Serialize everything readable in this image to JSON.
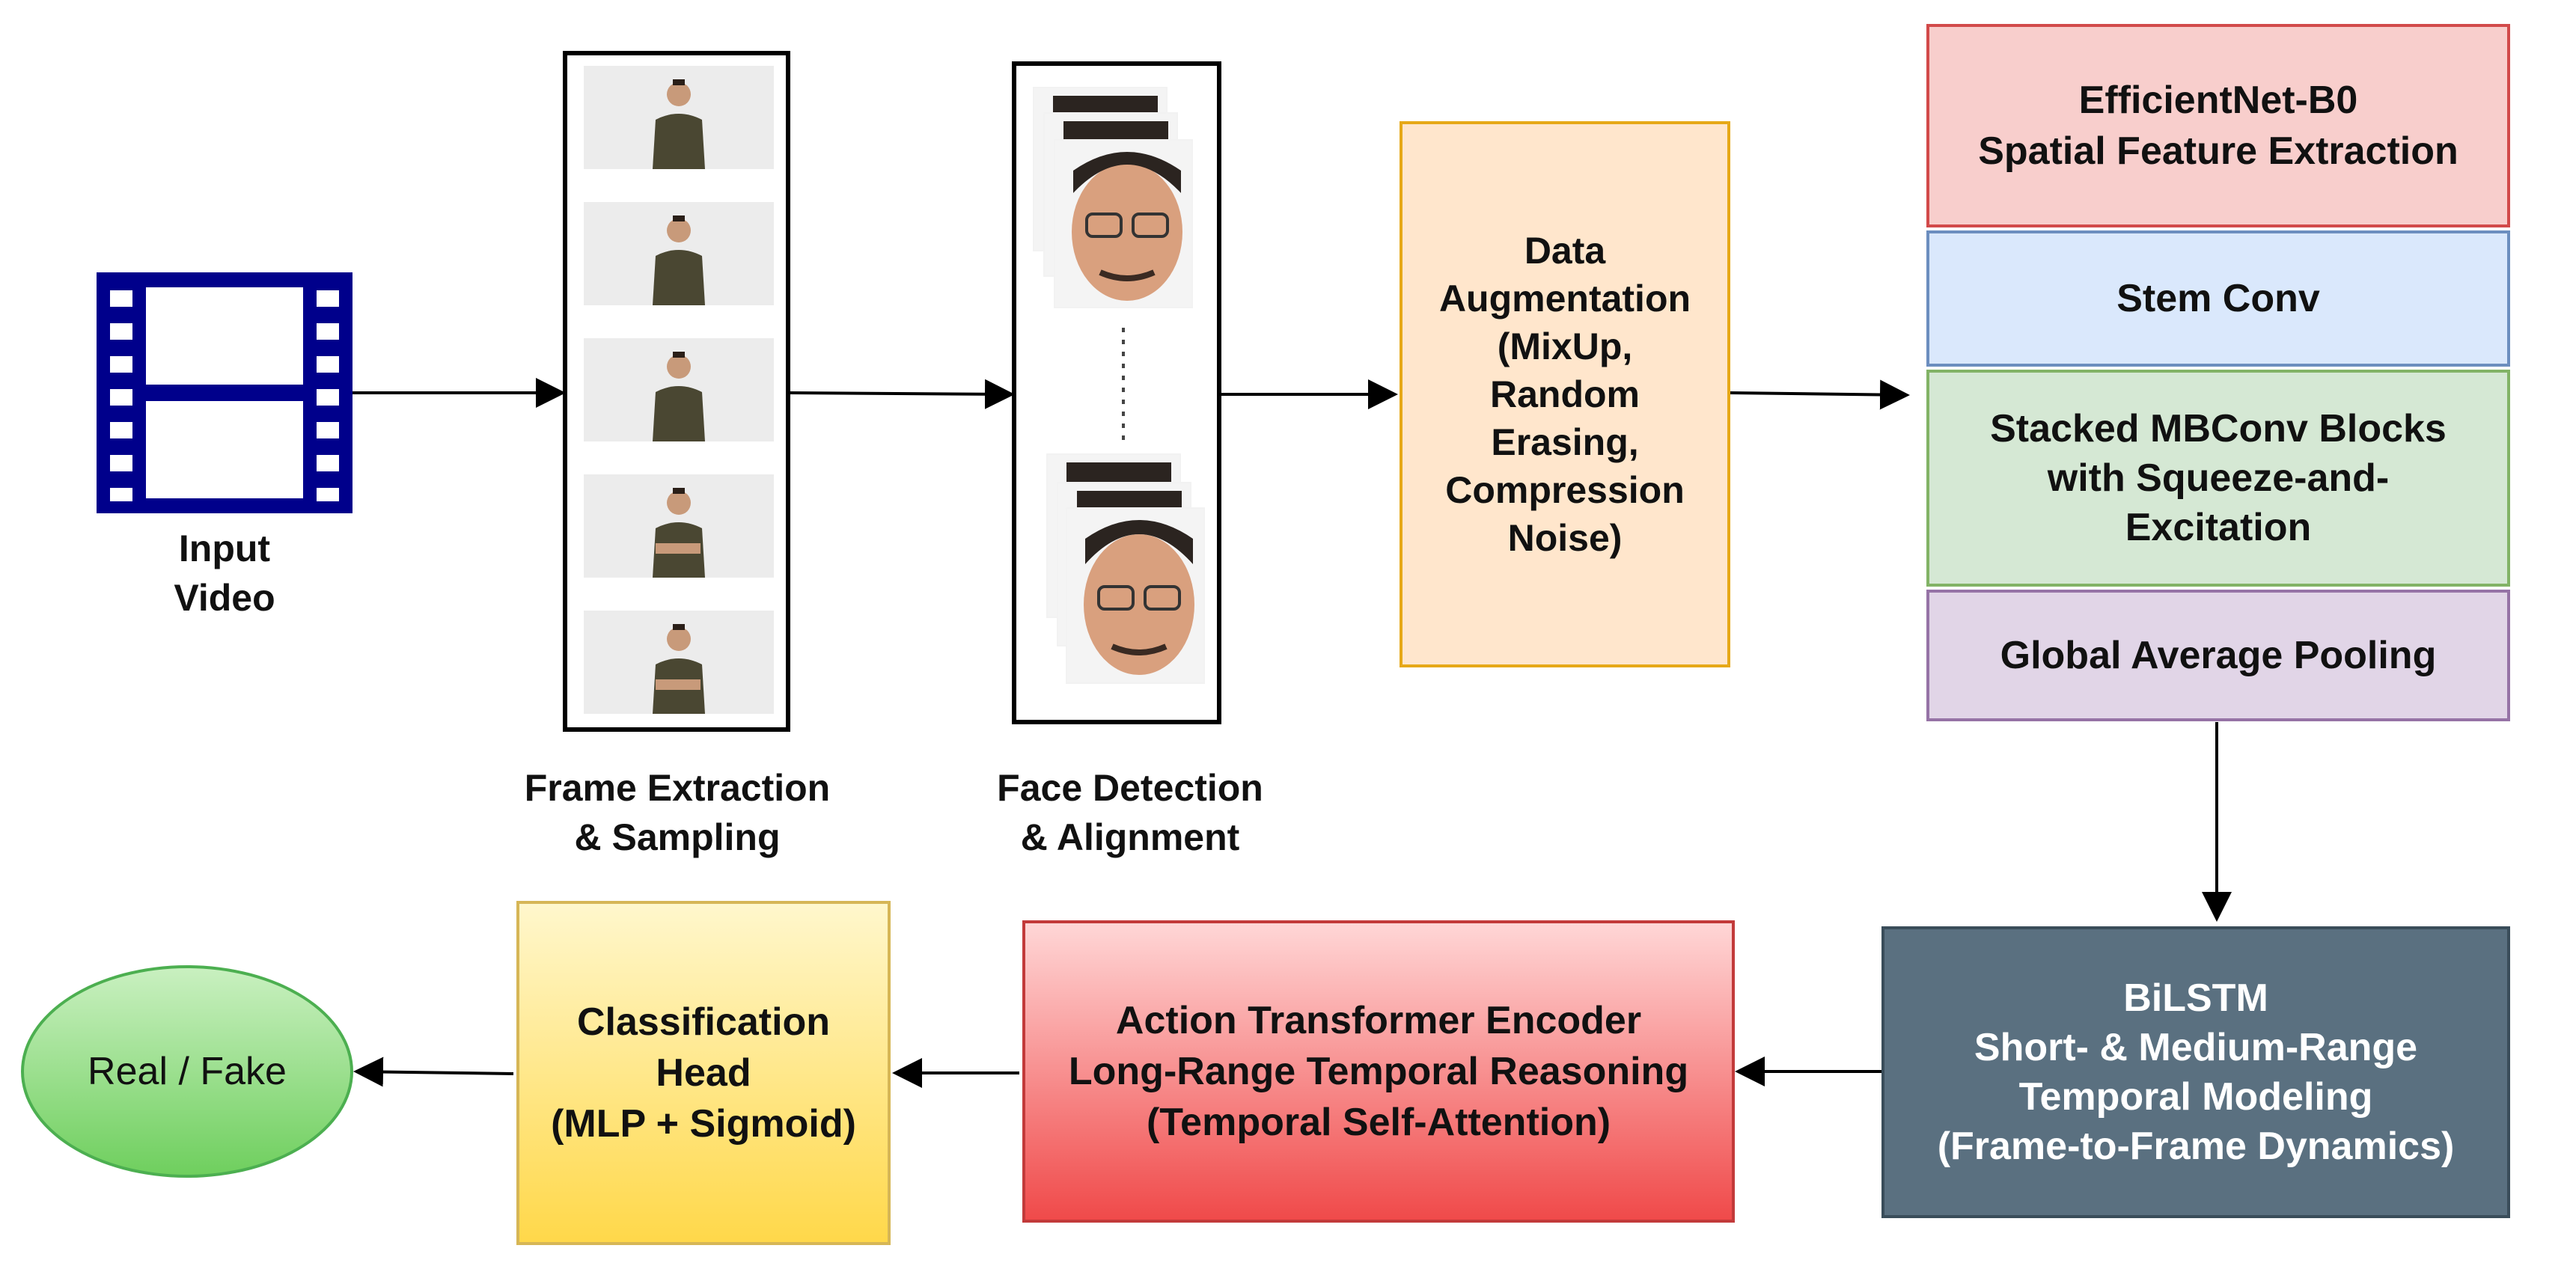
{
  "input": {
    "label_line1": "Input",
    "label_line2": "Video"
  },
  "frame_extraction": {
    "line1": "Frame Extraction",
    "line2": "& Sampling"
  },
  "face_detection": {
    "line1": "Face Detection",
    "line2": "& Alignment"
  },
  "augmentation": {
    "line1": "Data",
    "line2": "Augmentation",
    "line3": "(MixUp,",
    "line4": "Random",
    "line5": "Erasing,",
    "line6": "Compression",
    "line7": "Noise)"
  },
  "efficientnet": {
    "title_line1": "EfficientNet-B0",
    "title_line2": "Spatial Feature Extraction",
    "stem": "Stem Conv",
    "mbconv_line1": "Stacked MBConv Blocks",
    "mbconv_line2": "with Squeeze-and-",
    "mbconv_line3": "Excitation",
    "pooling": "Global Average Pooling"
  },
  "bilstm": {
    "line1": "BiLSTM",
    "line2": "Short- & Medium-Range",
    "line3": "Temporal Modeling",
    "line4": "(Frame-to-Frame Dynamics)"
  },
  "transformer": {
    "line1": "Action Transformer Encoder",
    "line2": "Long-Range Temporal Reasoning",
    "line3": "(Temporal Self-Attention)"
  },
  "classifier": {
    "line1": "Classification",
    "line2": "Head",
    "line3": "(MLP + Sigmoid)"
  },
  "output": {
    "label": "Real / Fake"
  },
  "colors": {
    "film_icon": "#00008b",
    "augmentation_fill": "#ffe6cc",
    "augmentation_border": "#e6a817",
    "efficientnet_fill": "#f8cecc",
    "efficientnet_border": "#d24a4a",
    "stem_fill": "#dae8fc",
    "stem_border": "#6c8ebf",
    "mbconv_fill": "#d5e8d4",
    "mbconv_border": "#82b366",
    "pooling_fill": "#e1d5e7",
    "pooling_border": "#9673a6",
    "bilstm_fill": "#5a7080",
    "bilstm_border": "#3a4d5a",
    "bilstm_text": "#ffffff",
    "transformer_top": "#ffd6d6",
    "transformer_bottom": "#f04a4a",
    "transformer_border": "#c23a3a",
    "classifier_top": "#fff7cc",
    "classifier_bottom": "#ffd84a",
    "classifier_border": "#d6b656",
    "output_fill_top": "#c9f0c0",
    "output_fill_bottom": "#6fcf5e",
    "output_border": "#4caf50"
  }
}
